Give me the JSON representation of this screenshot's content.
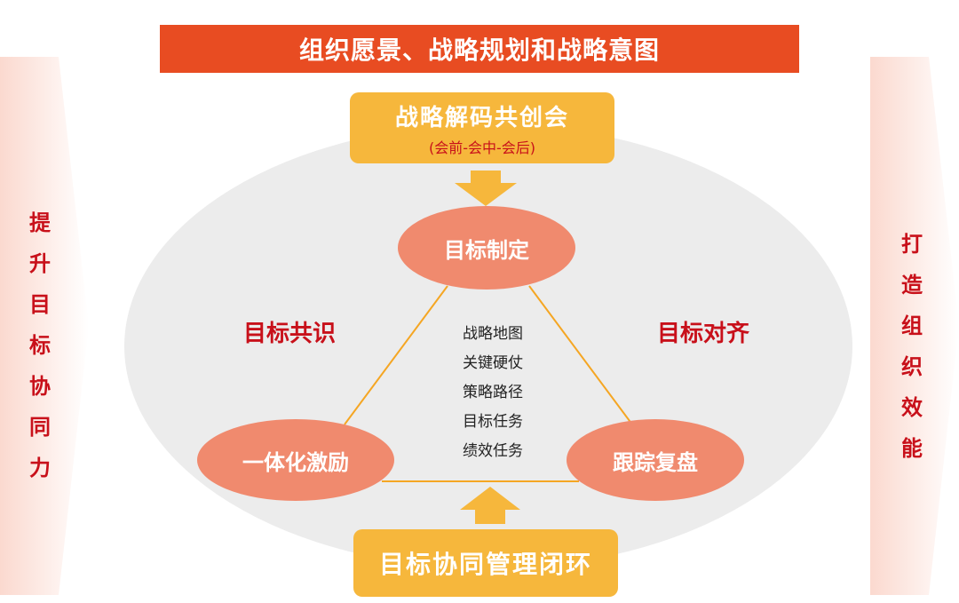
{
  "title": "组织愿景、战略规划和战略意图",
  "left_arrow_text": [
    "提",
    "升",
    "目",
    "标",
    "协",
    "同",
    "力"
  ],
  "right_arrow_text": [
    "打",
    "造",
    "组",
    "织",
    "效",
    "能"
  ],
  "top_box": {
    "title": "战略解码共创会",
    "subtitle": "(会前-会中-会后)"
  },
  "bottom_box": {
    "title": "目标协同管理闭环"
  },
  "nodes": {
    "top": "目标制定",
    "left": "一体化激励",
    "right": "跟踪复盘"
  },
  "side_labels": {
    "left": "目标共识",
    "right": "目标对齐"
  },
  "center_list": [
    "战略地图",
    "关键硬仗",
    "策略路径",
    "目标任务",
    "绩效任务"
  ],
  "colors": {
    "title_bg": "#e84c22",
    "box_bg": "#f6b73c",
    "node_bg": "#f08a6e",
    "accent_red": "#c8101a",
    "ellipse_bg": "#ececec",
    "triangle_line": "#f5a623",
    "side_arrow_gradient": [
      "#fbd9cf",
      "#ffffff"
    ]
  }
}
